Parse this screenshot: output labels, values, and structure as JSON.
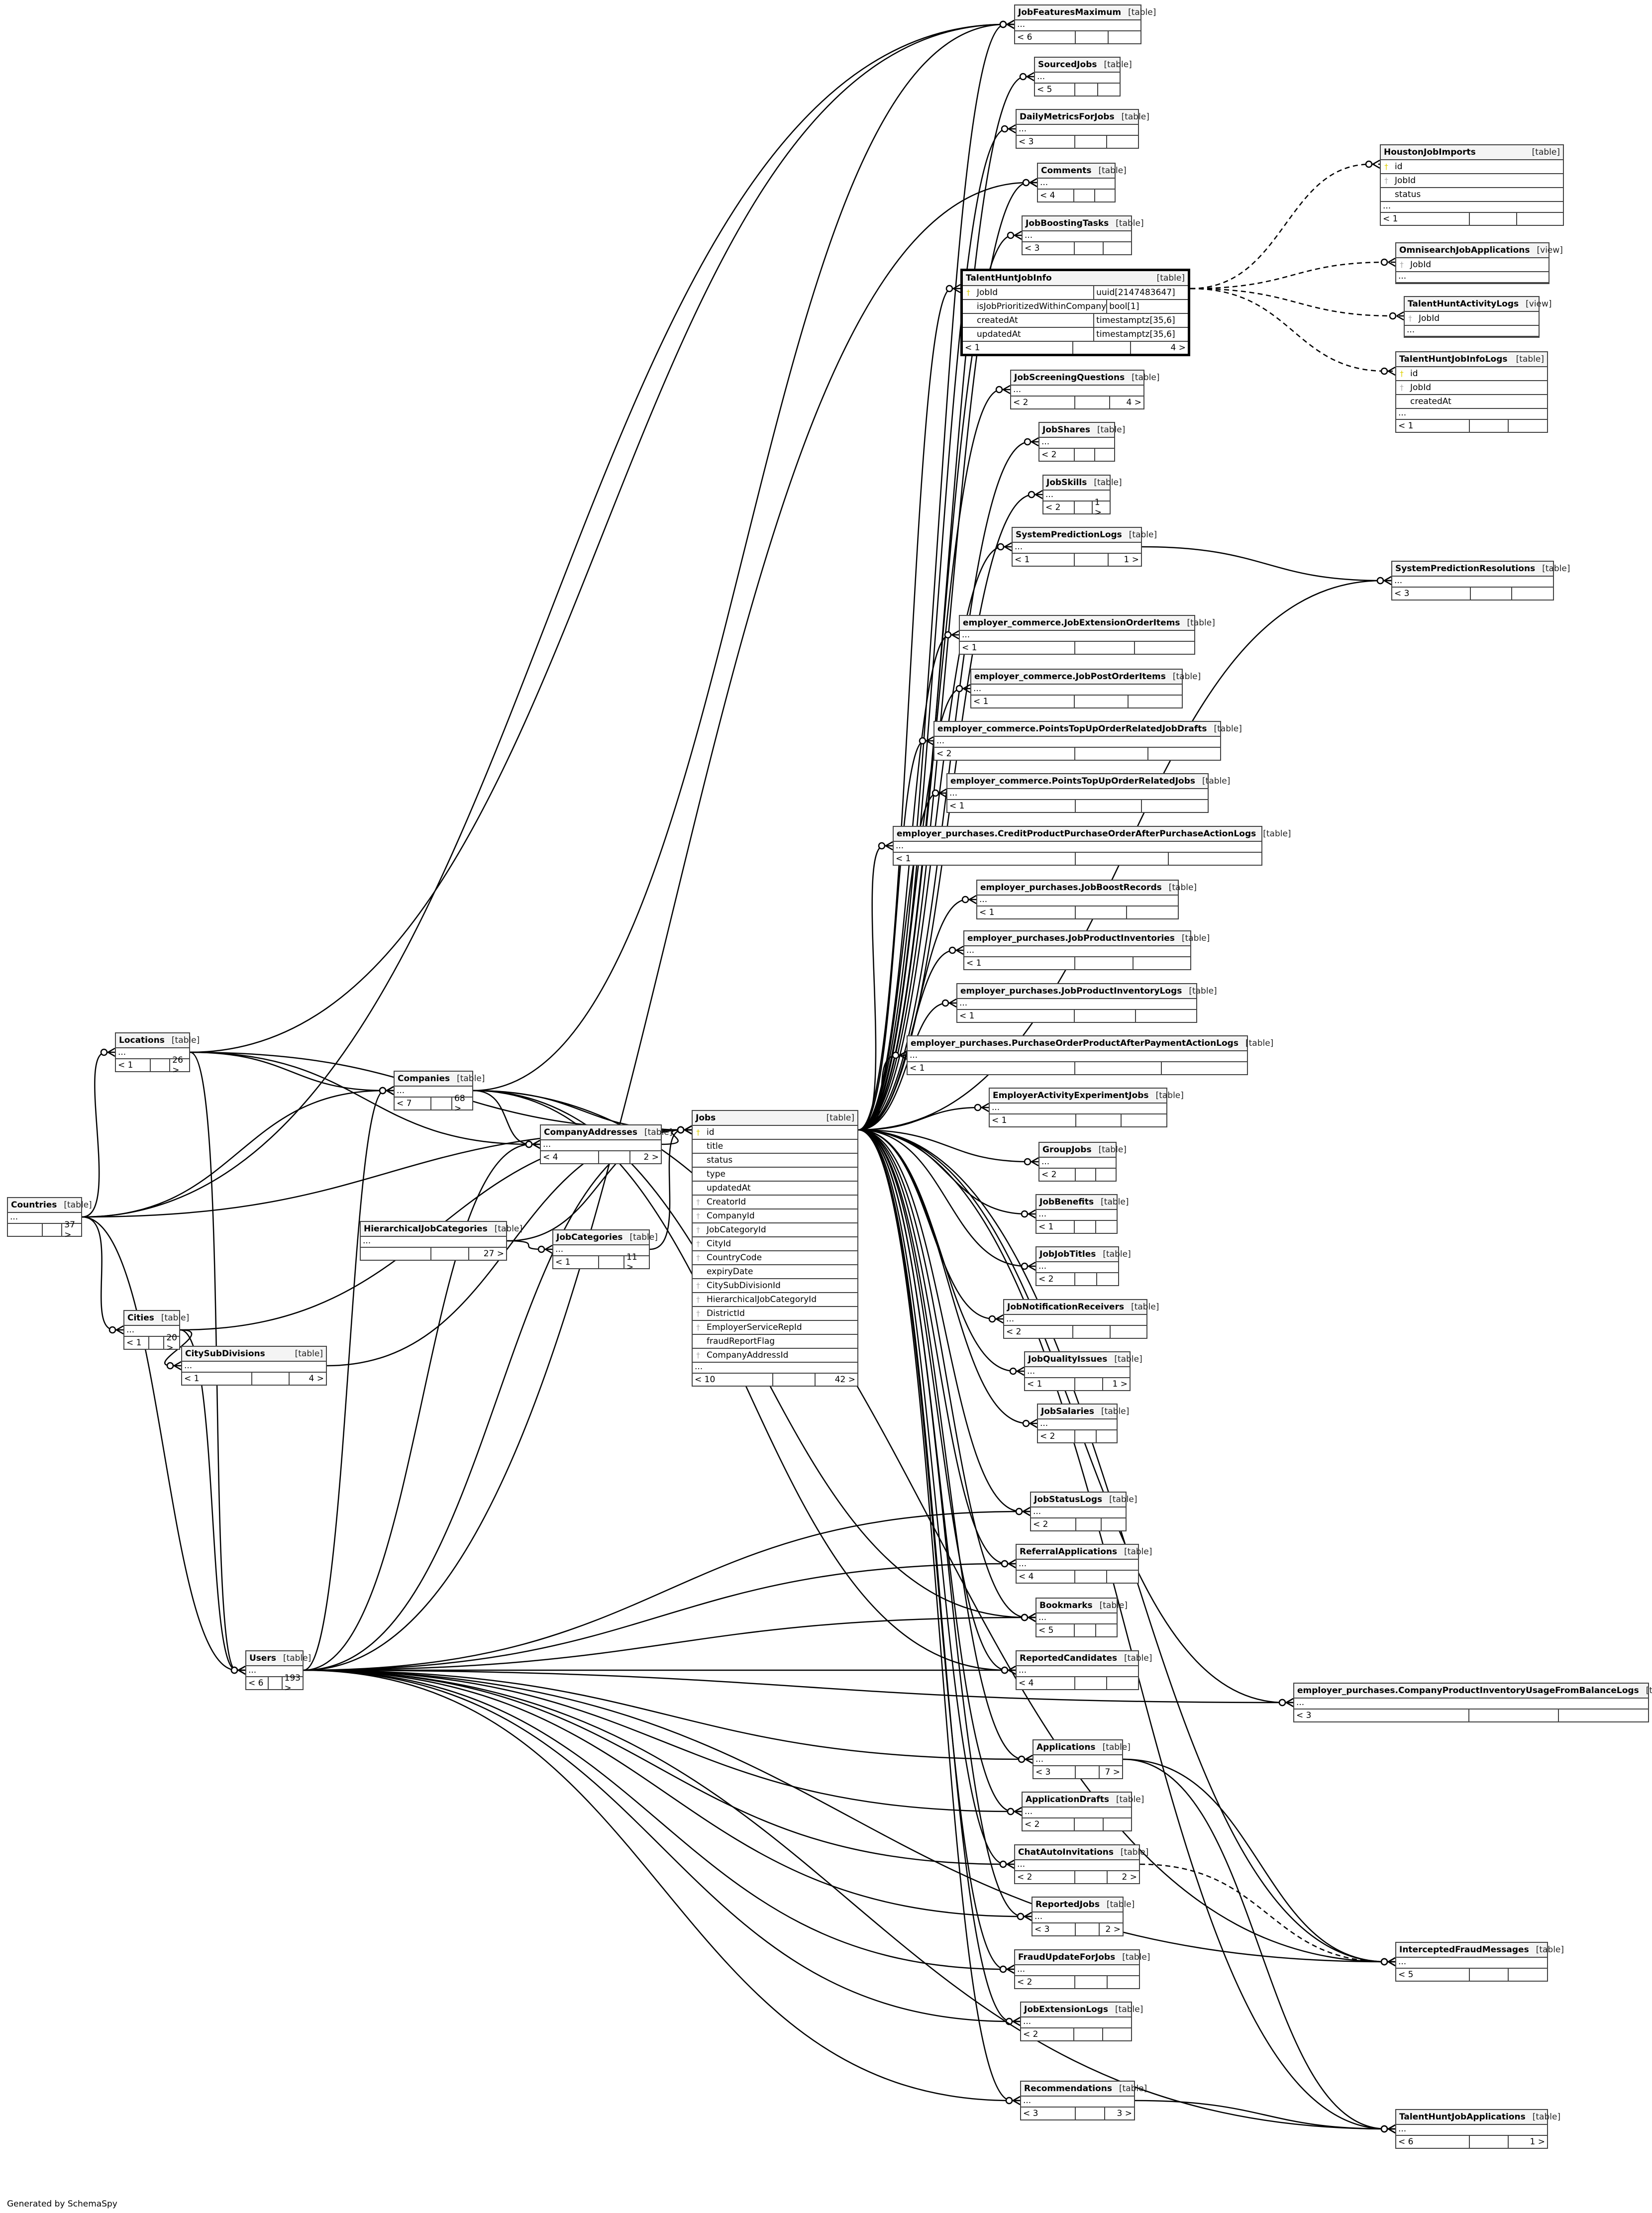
{
  "footer_note": "Generated by SchemaSpy",
  "tables": {
    "JobFeaturesMaximum": {
      "name": "JobFeaturesMaximum",
      "kind": "[table]",
      "columns": [],
      "more": "...",
      "footer": [
        "< 6",
        "",
        ""
      ]
    },
    "SourcedJobs": {
      "name": "SourcedJobs",
      "kind": "[table]",
      "columns": [],
      "more": "...",
      "footer": [
        "< 5",
        "",
        ""
      ]
    },
    "DailyMetricsForJobs": {
      "name": "DailyMetricsForJobs",
      "kind": "[table]",
      "columns": [],
      "more": "...",
      "footer": [
        "< 3",
        "",
        ""
      ]
    },
    "Comments": {
      "name": "Comments",
      "kind": "[table]",
      "columns": [],
      "more": "...",
      "footer": [
        "< 4",
        "",
        ""
      ]
    },
    "JobBoostingTasks": {
      "name": "JobBoostingTasks",
      "kind": "[table]",
      "columns": [],
      "more": "...",
      "footer": [
        "< 3",
        "",
        ""
      ]
    },
    "TalentHuntJobInfo": {
      "name": "TalentHuntJobInfo",
      "kind": "[table]",
      "columns": [
        {
          "name": "JobId",
          "key": "pk",
          "type": "uuid[2147483647]"
        },
        {
          "name": "isJobPrioritizedWithinCompany",
          "key": "",
          "type": "bool[1]"
        },
        {
          "name": "createdAt",
          "key": "",
          "type": "timestamptz[35,6]"
        },
        {
          "name": "updatedAt",
          "key": "",
          "type": "timestamptz[35,6]"
        }
      ],
      "footer": [
        "< 1",
        "",
        "4 >"
      ]
    },
    "JobScreeningQuestions": {
      "name": "JobScreeningQuestions",
      "kind": "[table]",
      "columns": [],
      "more": "...",
      "footer": [
        "< 2",
        "",
        "4 >"
      ]
    },
    "JobShares": {
      "name": "JobShares",
      "kind": "[table]",
      "columns": [],
      "more": "...",
      "footer": [
        "< 2",
        "",
        ""
      ]
    },
    "JobSkills": {
      "name": "JobSkills",
      "kind": "[table]",
      "columns": [],
      "more": "...",
      "footer": [
        "< 2",
        "",
        "1 >"
      ]
    },
    "SystemPredictionLogs": {
      "name": "SystemPredictionLogs",
      "kind": "[table]",
      "columns": [],
      "more": "...",
      "footer": [
        "< 1",
        "",
        "1 >"
      ]
    },
    "JobExtensionOrderItems": {
      "name": "employer_commerce.JobExtensionOrderItems",
      "kind": "[table]",
      "columns": [],
      "more": "...",
      "footer": [
        "< 1",
        "",
        ""
      ]
    },
    "JobPostOrderItems": {
      "name": "employer_commerce.JobPostOrderItems",
      "kind": "[table]",
      "columns": [],
      "more": "...",
      "footer": [
        "< 1",
        "",
        ""
      ]
    },
    "PointsTopUpOrderRelatedJobDrafts": {
      "name": "employer_commerce.PointsTopUpOrderRelatedJobDrafts",
      "kind": "[table]",
      "columns": [],
      "more": "...",
      "footer": [
        "< 2",
        "",
        ""
      ]
    },
    "PointsTopUpOrderRelatedJobs": {
      "name": "employer_commerce.PointsTopUpOrderRelatedJobs",
      "kind": "[table]",
      "columns": [],
      "more": "...",
      "footer": [
        "< 1",
        "",
        ""
      ]
    },
    "CreditProductPurchaseOrderAfterPurchaseActionLogs": {
      "name": "employer_purchases.CreditProductPurchaseOrderAfterPurchaseActionLogs",
      "kind": "[table]",
      "columns": [],
      "more": "...",
      "footer": [
        "< 1",
        "",
        ""
      ]
    },
    "JobBoostRecords": {
      "name": "employer_purchases.JobBoostRecords",
      "kind": "[table]",
      "columns": [],
      "more": "...",
      "footer": [
        "< 1",
        "",
        ""
      ]
    },
    "JobProductInventories": {
      "name": "employer_purchases.JobProductInventories",
      "kind": "[table]",
      "columns": [],
      "more": "...",
      "footer": [
        "< 1",
        "",
        ""
      ]
    },
    "JobProductInventoryLogs": {
      "name": "employer_purchases.JobProductInventoryLogs",
      "kind": "[table]",
      "columns": [],
      "more": "...",
      "footer": [
        "< 1",
        "",
        ""
      ]
    },
    "PurchaseOrderProductAfterPaymentActionLogs": {
      "name": "employer_purchases.PurchaseOrderProductAfterPaymentActionLogs",
      "kind": "[table]",
      "columns": [],
      "more": "...",
      "footer": [
        "< 1",
        "",
        ""
      ]
    },
    "EmployerActivityExperimentJobs": {
      "name": "EmployerActivityExperimentJobs",
      "kind": "[table]",
      "columns": [],
      "more": "...",
      "footer": [
        "< 1",
        "",
        ""
      ]
    },
    "GroupJobs": {
      "name": "GroupJobs",
      "kind": "[table]",
      "columns": [],
      "more": "...",
      "footer": [
        "< 2",
        "",
        ""
      ]
    },
    "JobBenefits": {
      "name": "JobBenefits",
      "kind": "[table]",
      "columns": [],
      "more": "...",
      "footer": [
        "< 1",
        "",
        ""
      ]
    },
    "JobJobTitles": {
      "name": "JobJobTitles",
      "kind": "[table]",
      "columns": [],
      "more": "...",
      "footer": [
        "< 2",
        "",
        ""
      ]
    },
    "JobNotificationReceivers": {
      "name": "JobNotificationReceivers",
      "kind": "[table]",
      "columns": [],
      "more": "...",
      "footer": [
        "< 2",
        "",
        ""
      ]
    },
    "JobQualityIssues": {
      "name": "JobQualityIssues",
      "kind": "[table]",
      "columns": [],
      "more": "...",
      "footer": [
        "< 1",
        "",
        "1 >"
      ]
    },
    "JobSalaries": {
      "name": "JobSalaries",
      "kind": "[table]",
      "columns": [],
      "more": "...",
      "footer": [
        "< 2",
        "",
        ""
      ]
    },
    "JobStatusLogs": {
      "name": "JobStatusLogs",
      "kind": "[table]",
      "columns": [],
      "more": "...",
      "footer": [
        "< 2",
        "",
        ""
      ]
    },
    "ReferralApplications": {
      "name": "ReferralApplications",
      "kind": "[table]",
      "columns": [],
      "more": "...",
      "footer": [
        "< 4",
        "",
        ""
      ]
    },
    "Bookmarks": {
      "name": "Bookmarks",
      "kind": "[table]",
      "columns": [],
      "more": "...",
      "footer": [
        "< 5",
        "",
        ""
      ]
    },
    "ReportedCandidates": {
      "name": "ReportedCandidates",
      "kind": "[table]",
      "columns": [],
      "more": "...",
      "footer": [
        "< 4",
        "",
        ""
      ]
    },
    "Applications": {
      "name": "Applications",
      "kind": "[table]",
      "columns": [],
      "more": "...",
      "footer": [
        "< 3",
        "",
        "7 >"
      ]
    },
    "ApplicationDrafts": {
      "name": "ApplicationDrafts",
      "kind": "[table]",
      "columns": [],
      "more": "...",
      "footer": [
        "< 2",
        "",
        ""
      ]
    },
    "ChatAutoInvitations": {
      "name": "ChatAutoInvitations",
      "kind": "[table]",
      "columns": [],
      "more": "...",
      "footer": [
        "< 2",
        "",
        "2 >"
      ]
    },
    "ReportedJobs": {
      "name": "ReportedJobs",
      "kind": "[table]",
      "columns": [],
      "more": "...",
      "footer": [
        "< 3",
        "",
        "2 >"
      ]
    },
    "FraudUpdateForJobs": {
      "name": "FraudUpdateForJobs",
      "kind": "[table]",
      "columns": [],
      "more": "...",
      "footer": [
        "< 2",
        "",
        ""
      ]
    },
    "JobExtensionLogs": {
      "name": "JobExtensionLogs",
      "kind": "[table]",
      "columns": [],
      "more": "...",
      "footer": [
        "< 2",
        "",
        ""
      ]
    },
    "Recommendations": {
      "name": "Recommendations",
      "kind": "[table]",
      "columns": [],
      "more": "...",
      "footer": [
        "< 3",
        "",
        "3 >"
      ]
    },
    "HoustonJobImports": {
      "name": "HoustonJobImports",
      "kind": "[table]",
      "columns": [
        {
          "name": "id",
          "key": "pk"
        },
        {
          "name": "JobId",
          "key": "fk"
        },
        {
          "name": "status",
          "key": ""
        }
      ],
      "more": "...",
      "footer": [
        "< 1",
        "",
        ""
      ]
    },
    "OmnisearchJobApplications": {
      "name": "OmnisearchJobApplications",
      "kind": "[view]",
      "columns": [
        {
          "name": "JobId",
          "key": "fk"
        }
      ],
      "more": "..."
    },
    "TalentHuntActivityLogs": {
      "name": "TalentHuntActivityLogs",
      "kind": "[view]",
      "columns": [
        {
          "name": "JobId",
          "key": "fk"
        }
      ],
      "more": "..."
    },
    "TalentHuntJobInfoLogs": {
      "name": "TalentHuntJobInfoLogs",
      "kind": "[table]",
      "columns": [
        {
          "name": "id",
          "key": "pk"
        },
        {
          "name": "JobId",
          "key": "fk"
        },
        {
          "name": "createdAt",
          "key": ""
        }
      ],
      "more": "...",
      "footer": [
        "< 1",
        "",
        ""
      ]
    },
    "SystemPredictionResolutions": {
      "name": "SystemPredictionResolutions",
      "kind": "[table]",
      "columns": [],
      "more": "...",
      "footer": [
        "< 3",
        "",
        ""
      ]
    },
    "CompanyProductInventoryUsageFromBalanceLogs": {
      "name": "employer_purchases.CompanyProductInventoryUsageFromBalanceLogs",
      "kind": "[table]",
      "columns": [],
      "more": "...",
      "footer": [
        "< 3",
        "",
        ""
      ]
    },
    "InterceptedFraudMessages": {
      "name": "InterceptedFraudMessages",
      "kind": "[table]",
      "columns": [],
      "more": "...",
      "footer": [
        "< 5",
        "",
        ""
      ]
    },
    "TalentHuntJobApplications": {
      "name": "TalentHuntJobApplications",
      "kind": "[table]",
      "columns": [],
      "more": "...",
      "footer": [
        "< 6",
        "",
        "1 >"
      ]
    },
    "Jobs": {
      "name": "Jobs",
      "kind": "[table]",
      "columns": [
        {
          "name": "id",
          "key": "pk"
        },
        {
          "name": "title",
          "key": ""
        },
        {
          "name": "status",
          "key": ""
        },
        {
          "name": "type",
          "key": ""
        },
        {
          "name": "updatedAt",
          "key": ""
        },
        {
          "name": "CreatorId",
          "key": "fk"
        },
        {
          "name": "CompanyId",
          "key": "fk"
        },
        {
          "name": "JobCategoryId",
          "key": "fk"
        },
        {
          "name": "CityId",
          "key": "fk"
        },
        {
          "name": "CountryCode",
          "key": "fk"
        },
        {
          "name": "expiryDate",
          "key": ""
        },
        {
          "name": "CitySubDivisionId",
          "key": "fk"
        },
        {
          "name": "HierarchicalJobCategoryId",
          "key": "fk"
        },
        {
          "name": "DistrictId",
          "key": "fk"
        },
        {
          "name": "EmployerServiceRepId",
          "key": "fk"
        },
        {
          "name": "fraudReportFlag",
          "key": ""
        },
        {
          "name": "CompanyAddressId",
          "key": "fk"
        }
      ],
      "more": "...",
      "footer": [
        "< 10",
        "",
        "42 >"
      ]
    },
    "Countries": {
      "name": "Countries",
      "kind": "[table]",
      "columns": [],
      "more": "...",
      "footer": [
        "",
        "",
        "37 >"
      ]
    },
    "Locations": {
      "name": "Locations",
      "kind": "[table]",
      "columns": [],
      "more": "...",
      "footer": [
        "< 1",
        "",
        "26 >"
      ]
    },
    "Cities": {
      "name": "Cities",
      "kind": "[table]",
      "columns": [],
      "more": "...",
      "footer": [
        "< 1",
        "",
        "20 >"
      ]
    },
    "CitySubDivisions": {
      "name": "CitySubDivisions",
      "kind": "[table]",
      "columns": [],
      "more": "...",
      "footer": [
        "< 1",
        "",
        "4 >"
      ]
    },
    "Companies": {
      "name": "Companies",
      "kind": "[table]",
      "columns": [],
      "more": "...",
      "footer": [
        "< 7",
        "",
        "68 >"
      ]
    },
    "CompanyAddresses": {
      "name": "CompanyAddresses",
      "kind": "[table]",
      "columns": [],
      "more": "...",
      "footer": [
        "< 4",
        "",
        "2 >"
      ]
    },
    "HierarchicalJobCategories": {
      "name": "HierarchicalJobCategories",
      "kind": "[table]",
      "columns": [],
      "more": "...",
      "footer": [
        "",
        "",
        "27 >"
      ]
    },
    "JobCategories": {
      "name": "JobCategories",
      "kind": "[table]",
      "columns": [],
      "more": "...",
      "footer": [
        "< 1",
        "",
        "11 >"
      ]
    },
    "Users": {
      "name": "Users",
      "kind": "[table]",
      "columns": [],
      "more": "...",
      "footer": [
        "< 6",
        "",
        "193 >"
      ]
    }
  },
  "relationships": [
    [
      "Jobs",
      "JobFeaturesMaximum"
    ],
    [
      "Jobs",
      "SourcedJobs"
    ],
    [
      "Jobs",
      "DailyMetricsForJobs"
    ],
    [
      "Jobs",
      "Comments"
    ],
    [
      "Jobs",
      "JobBoostingTasks"
    ],
    [
      "Jobs",
      "TalentHuntJobInfo"
    ],
    [
      "Jobs",
      "JobScreeningQuestions"
    ],
    [
      "Jobs",
      "JobShares"
    ],
    [
      "Jobs",
      "JobSkills"
    ],
    [
      "Jobs",
      "SystemPredictionLogs"
    ],
    [
      "Jobs",
      "JobExtensionOrderItems"
    ],
    [
      "Jobs",
      "JobPostOrderItems"
    ],
    [
      "Jobs",
      "PointsTopUpOrderRelatedJobDrafts"
    ],
    [
      "Jobs",
      "PointsTopUpOrderRelatedJobs"
    ],
    [
      "Jobs",
      "CreditProductPurchaseOrderAfterPurchaseActionLogs"
    ],
    [
      "Jobs",
      "JobBoostRecords"
    ],
    [
      "Jobs",
      "JobProductInventories"
    ],
    [
      "Jobs",
      "JobProductInventoryLogs"
    ],
    [
      "Jobs",
      "PurchaseOrderProductAfterPaymentActionLogs"
    ],
    [
      "Jobs",
      "EmployerActivityExperimentJobs"
    ],
    [
      "Jobs",
      "GroupJobs"
    ],
    [
      "Jobs",
      "JobBenefits"
    ],
    [
      "Jobs",
      "JobJobTitles"
    ],
    [
      "Jobs",
      "JobNotificationReceivers"
    ],
    [
      "Jobs",
      "JobQualityIssues"
    ],
    [
      "Jobs",
      "JobSalaries"
    ],
    [
      "Jobs",
      "JobStatusLogs"
    ],
    [
      "Jobs",
      "ReferralApplications"
    ],
    [
      "Jobs",
      "Bookmarks"
    ],
    [
      "Jobs",
      "ReportedCandidates"
    ],
    [
      "Jobs",
      "Applications"
    ],
    [
      "Jobs",
      "ApplicationDrafts"
    ],
    [
      "Jobs",
      "ChatAutoInvitations"
    ],
    [
      "Jobs",
      "ReportedJobs"
    ],
    [
      "Jobs",
      "FraudUpdateForJobs"
    ],
    [
      "Jobs",
      "JobExtensionLogs"
    ],
    [
      "Jobs",
      "Recommendations"
    ],
    [
      "Jobs",
      "SystemPredictionResolutions"
    ],
    [
      "Jobs",
      "CompanyProductInventoryUsageFromBalanceLogs"
    ],
    [
      "Jobs",
      "InterceptedFraudMessages"
    ],
    [
      "Jobs",
      "TalentHuntJobApplications"
    ],
    [
      "TalentHuntJobInfo",
      "HoustonJobImports",
      "implied"
    ],
    [
      "TalentHuntJobInfo",
      "OmnisearchJobApplications",
      "implied"
    ],
    [
      "TalentHuntJobInfo",
      "TalentHuntActivityLogs",
      "implied"
    ],
    [
      "TalentHuntJobInfo",
      "TalentHuntJobInfoLogs",
      "implied"
    ],
    [
      "SystemPredictionLogs",
      "SystemPredictionResolutions"
    ],
    [
      "Applications",
      "InterceptedFraudMessages"
    ],
    [
      "Applications",
      "TalentHuntJobApplications"
    ],
    [
      "ChatAutoInvitations",
      "InterceptedFraudMessages",
      "implied"
    ],
    [
      "Recommendations",
      "TalentHuntJobApplications"
    ],
    [
      "Countries",
      "Locations"
    ],
    [
      "Countries",
      "Cities"
    ],
    [
      "Countries",
      "Companies"
    ],
    [
      "Countries",
      "Users"
    ],
    [
      "Countries",
      "Jobs"
    ],
    [
      "Countries",
      "JobFeaturesMaximum"
    ],
    [
      "Locations",
      "Companies"
    ],
    [
      "Locations",
      "CompanyAddresses"
    ],
    [
      "Locations",
      "Users"
    ],
    [
      "Locations",
      "Jobs"
    ],
    [
      "Locations",
      "JobFeaturesMaximum"
    ],
    [
      "Cities",
      "CitySubDivisions"
    ],
    [
      "Cities",
      "Jobs"
    ],
    [
      "Cities",
      "Users"
    ],
    [
      "CitySubDivisions",
      "Jobs"
    ],
    [
      "Companies",
      "CompanyAddresses"
    ],
    [
      "Companies",
      "Jobs"
    ],
    [
      "Companies",
      "JobFeaturesMaximum"
    ],
    [
      "Companies",
      "Bookmarks"
    ],
    [
      "Companies",
      "ReportedCandidates"
    ],
    [
      "Companies",
      "InterceptedFraudMessages"
    ],
    [
      "CompanyAddresses",
      "Jobs"
    ],
    [
      "HierarchicalJobCategories",
      "JobCategories"
    ],
    [
      "HierarchicalJobCategories",
      "Jobs"
    ],
    [
      "JobCategories",
      "Jobs"
    ],
    [
      "Users",
      "Companies"
    ],
    [
      "Users",
      "Jobs"
    ],
    [
      "Users",
      "CompanyAddresses"
    ],
    [
      "Users",
      "Comments"
    ],
    [
      "Users",
      "JobStatusLogs"
    ],
    [
      "Users",
      "ReferralApplications"
    ],
    [
      "Users",
      "Bookmarks"
    ],
    [
      "Users",
      "ReportedCandidates"
    ],
    [
      "Users",
      "Applications"
    ],
    [
      "Users",
      "ApplicationDrafts"
    ],
    [
      "Users",
      "ChatAutoInvitations"
    ],
    [
      "Users",
      "ReportedJobs"
    ],
    [
      "Users",
      "FraudUpdateForJobs"
    ],
    [
      "Users",
      "JobExtensionLogs"
    ],
    [
      "Users",
      "Recommendations"
    ],
    [
      "Users",
      "InterceptedFraudMessages"
    ],
    [
      "Users",
      "TalentHuntJobApplications"
    ],
    [
      "Users",
      "CompanyProductInventoryUsageFromBalanceLogs"
    ]
  ]
}
